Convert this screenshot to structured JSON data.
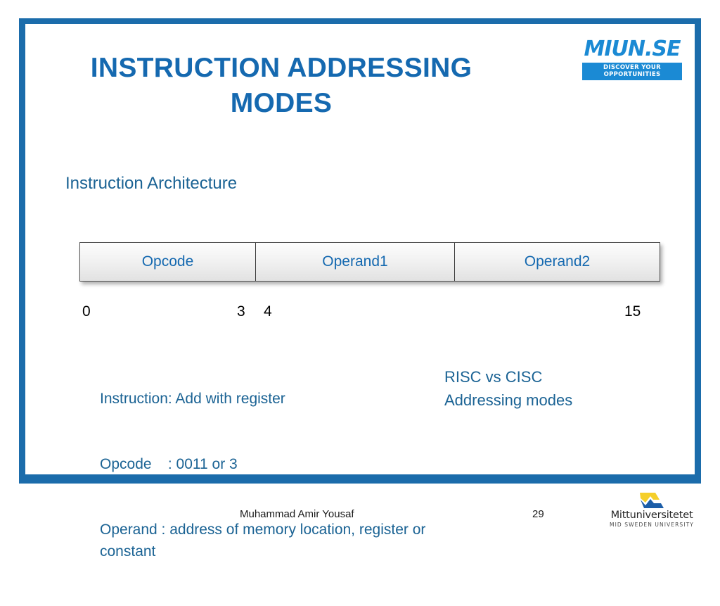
{
  "slide": {
    "title": "INSTRUCTION ADDRESSING MODES",
    "subtitle": "Instruction Architecture",
    "frame_color": "#1b6cab"
  },
  "brand_logo": {
    "wordmark": "MIUN.SE",
    "tagline": "DISCOVER YOUR OPPORTUNITIES",
    "color": "#1b8ad4"
  },
  "instruction_format": {
    "fields": [
      {
        "label": "Opcode"
      },
      {
        "label": "Operand1"
      },
      {
        "label": "Operand2"
      }
    ],
    "bit_indices": {
      "opcode_start": "0",
      "opcode_end": "3",
      "operand_start": "4",
      "operand_end": "15"
    }
  },
  "details": {
    "line1": "Instruction: Add with register",
    "line2": "Opcode    : 0011 or 3",
    "line3": "Operand   : address of memory location, register or constant"
  },
  "topics": {
    "line1": "RISC vs CISC",
    "line2": "Addressing modes"
  },
  "footer": {
    "author": "Muhammad Amir Yousaf",
    "page_number": "29"
  },
  "university_logo": {
    "name": "Mittuniversitetet",
    "tagline": "MID SWEDEN UNIVERSITY",
    "mark_top_color": "#f5cf2a",
    "mark_bottom_color": "#1c5ea8"
  }
}
